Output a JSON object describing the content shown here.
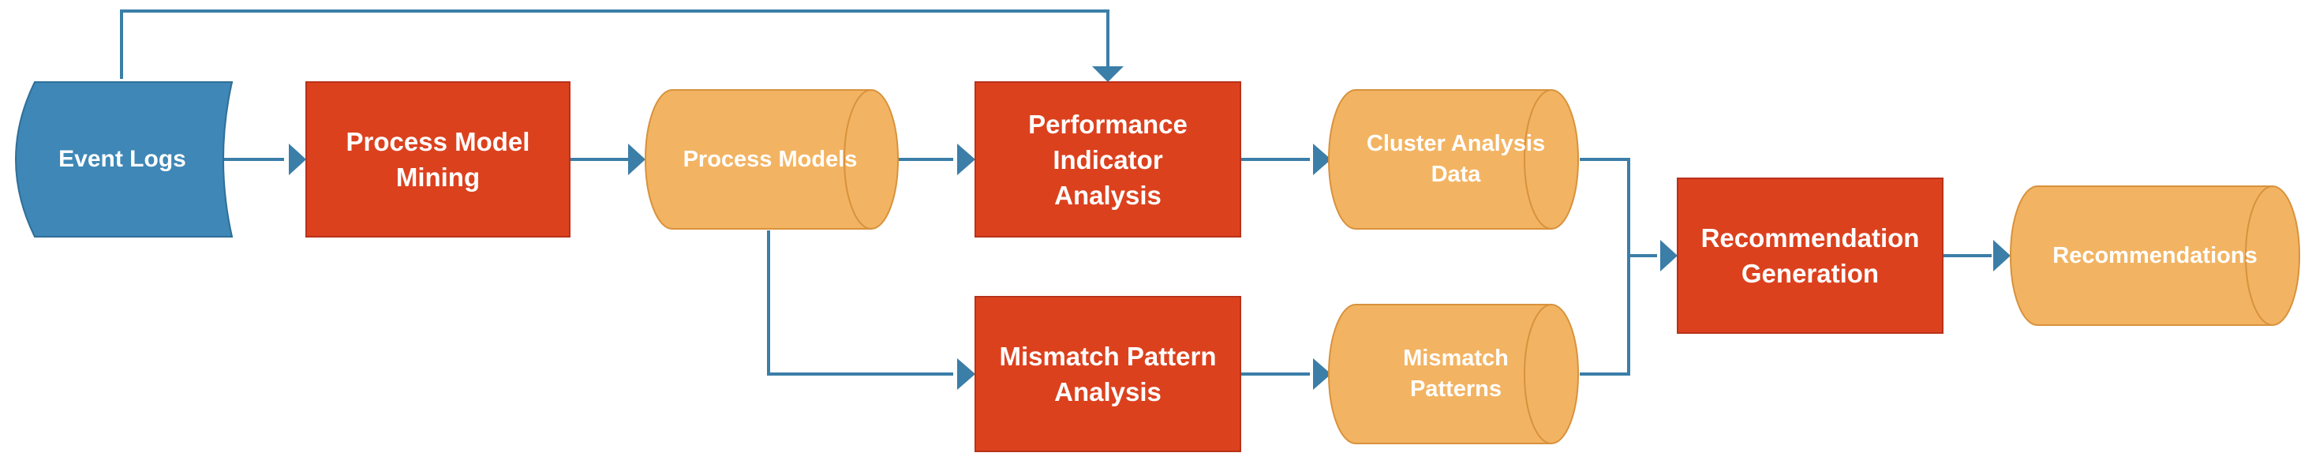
{
  "colors": {
    "process_fill": "#DC411E",
    "process_stroke": "#B8321A",
    "data_fill": "#F2B463",
    "data_stroke": "#D8923C",
    "log_fill": "#3E87B6",
    "log_stroke": "#2F6F98",
    "connector": "#3B7EA8"
  },
  "nodes": {
    "event_logs": {
      "label": "Event Logs"
    },
    "process_model_mining": {
      "label": "Process Model\nMining"
    },
    "process_models": {
      "label": "Process Models"
    },
    "performance_indicator_analysis": {
      "label": "Performance\nIndicator\nAnalysis"
    },
    "mismatch_pattern_analysis": {
      "label": "Mismatch Pattern\nAnalysis"
    },
    "cluster_analysis_data": {
      "label": "Cluster Analysis\nData"
    },
    "mismatch_patterns": {
      "label": "Mismatch\nPatterns"
    },
    "recommendation_generation": {
      "label": "Recommendation\nGeneration"
    },
    "recommendations": {
      "label": "Recommendations"
    }
  },
  "edges": [
    {
      "from": "event_logs",
      "to": "process_model_mining"
    },
    {
      "from": "event_logs",
      "to": "performance_indicator_analysis"
    },
    {
      "from": "process_model_mining",
      "to": "process_models"
    },
    {
      "from": "process_models",
      "to": "performance_indicator_analysis"
    },
    {
      "from": "process_models",
      "to": "mismatch_pattern_analysis"
    },
    {
      "from": "performance_indicator_analysis",
      "to": "cluster_analysis_data"
    },
    {
      "from": "mismatch_pattern_analysis",
      "to": "mismatch_patterns"
    },
    {
      "from": "cluster_analysis_data",
      "to": "recommendation_generation"
    },
    {
      "from": "mismatch_patterns",
      "to": "recommendation_generation"
    },
    {
      "from": "recommendation_generation",
      "to": "recommendations"
    }
  ]
}
